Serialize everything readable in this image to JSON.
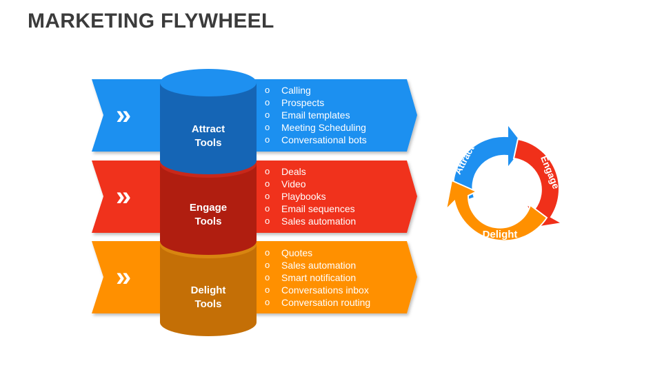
{
  "title": "MARKETING FLYWHEEL",
  "colors": {
    "attract": "#1e90f0",
    "attract_dark": "#1565b5",
    "engage": "#f0301a",
    "engage_dark": "#b01e10",
    "delight": "#ff9000",
    "delight_dark": "#c46f06"
  },
  "chevron_glyph": "»",
  "stages": [
    {
      "id": "attract",
      "label_line1": "Attract",
      "label_line2": "Tools",
      "items": [
        "Calling",
        "Prospects",
        "Email templates",
        "Meeting Scheduling",
        "Conversational bots"
      ]
    },
    {
      "id": "engage",
      "label_line1": "Engage",
      "label_line2": "Tools",
      "items": [
        "Deals",
        "Video",
        "Playbooks",
        "Email sequences",
        "Sales automation"
      ]
    },
    {
      "id": "delight",
      "label_line1": "Delight",
      "label_line2": "Tools",
      "items": [
        "Quotes",
        "Sales automation",
        "Smart notification",
        "Conversations inbox",
        "Conversation routing"
      ]
    }
  ],
  "flywheel": {
    "segments": [
      "Attract",
      "Engage",
      "Delight"
    ]
  }
}
